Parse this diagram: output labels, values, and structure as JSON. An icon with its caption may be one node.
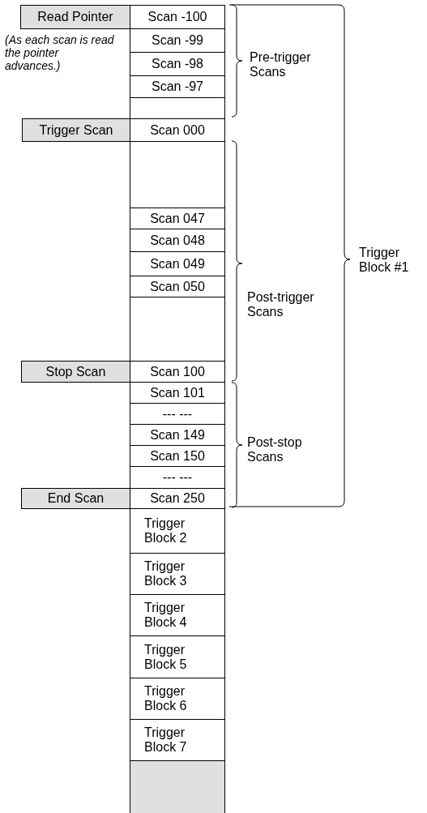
{
  "diagram": {
    "nodes": [
      {
        "text": [
          "Read Pointer"
        ]
      },
      {
        "text": [
          "Scan -100"
        ]
      },
      {
        "text": [
          "Scan -99"
        ]
      },
      {
        "text": [
          "Scan -98"
        ]
      },
      {
        "text": [
          "Scan -97"
        ]
      },
      {
        "text": [],
        "shape": "box"
      },
      {
        "text": [
          "Trigger Scan"
        ]
      },
      {
        "text": [
          "Scan 000"
        ]
      },
      {
        "text": [],
        "shape": "box"
      },
      {
        "text": [
          "Scan 047"
        ]
      },
      {
        "text": [
          "Scan 048"
        ]
      },
      {
        "text": [
          "Scan 049"
        ]
      },
      {
        "text": [
          "Scan 050"
        ]
      },
      {
        "text": [],
        "shape": "box"
      },
      {
        "text": [
          "Stop Scan"
        ]
      },
      {
        "text": [
          "Scan 100"
        ]
      },
      {
        "text": [
          "Scan 101"
        ]
      },
      {
        "text": [
          "--- ---"
        ]
      },
      {
        "text": [
          "Scan 149"
        ]
      },
      {
        "text": [
          "Scan 150"
        ]
      },
      {
        "text": [
          "--- ---"
        ]
      },
      {
        "text": [
          "End Scan"
        ]
      },
      {
        "text": [
          "Scan 250"
        ]
      },
      {
        "text": [
          "Trigger Block 2"
        ]
      },
      {
        "text": [
          "Trigger Block 3"
        ]
      },
      {
        "text": [
          "Trigger Block 4"
        ]
      },
      {
        "text": [
          "Trigger Block 5"
        ]
      },
      {
        "text": [
          "Trigger Block 6"
        ]
      },
      {
        "text": [
          "Trigger Block 7"
        ]
      },
      {
        "text": [],
        "shape": "box"
      }
    ],
    "labels": [
      "(As each scan is read the pointer advances.)",
      "Pre-trigger Scans",
      "Trigger Block #1",
      "Post-trigger Scans",
      "Post-stop Scans"
    ]
  }
}
